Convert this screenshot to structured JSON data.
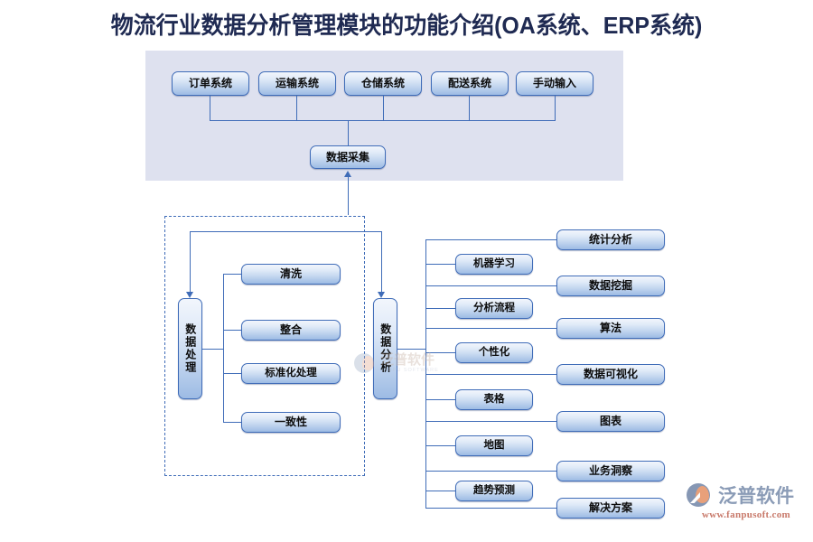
{
  "page": {
    "title": "物流行业数据分析管理模块的功能介绍(OA系统、ERP系统)",
    "background": "#ffffff",
    "accent": "#3f6cb8",
    "panel_color": "#dee1ef",
    "title_color": "#1f2a52"
  },
  "sources": {
    "panel_label": "data-source-panel",
    "items": [
      {
        "label": "订单系统"
      },
      {
        "label": "运输系统"
      },
      {
        "label": "仓储系统"
      },
      {
        "label": "配送系统"
      },
      {
        "label": "手动输入"
      }
    ],
    "collector": {
      "label": "数据采集"
    }
  },
  "processing": {
    "node": {
      "label": "数据处理"
    },
    "items": [
      {
        "label": "清洗"
      },
      {
        "label": "整合"
      },
      {
        "label": "标准化处理"
      },
      {
        "label": "一致性"
      }
    ]
  },
  "analysis": {
    "node": {
      "label": "数据分析"
    },
    "inner_items": [
      {
        "label": "机器学习"
      },
      {
        "label": "分析流程"
      },
      {
        "label": "个性化"
      },
      {
        "label": "表格"
      },
      {
        "label": "地图"
      },
      {
        "label": "趋势预测"
      }
    ],
    "outer_items": [
      {
        "label": "统计分析"
      },
      {
        "label": "数据挖掘"
      },
      {
        "label": "算法"
      },
      {
        "label": "数据可视化"
      },
      {
        "label": "图表"
      },
      {
        "label": "业务洞察"
      },
      {
        "label": "解决方案"
      }
    ]
  },
  "watermark": {
    "cn": "泛普软件",
    "en": "FANPU SOFTWARE"
  },
  "brand": {
    "name": "泛普软件",
    "url": "www.fanpusoft.com"
  }
}
